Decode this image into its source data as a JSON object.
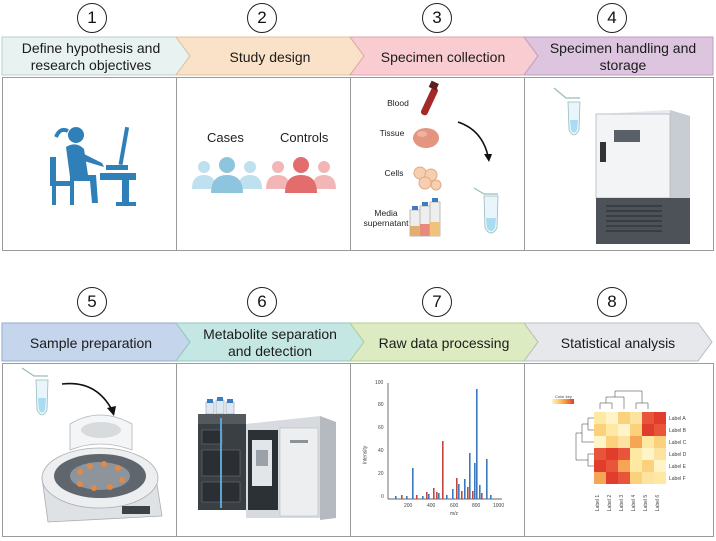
{
  "steps": [
    {
      "num": "1",
      "label": "Define hypothesis and research objectives",
      "color": "#e7f2f1"
    },
    {
      "num": "2",
      "label": "Study design",
      "color": "#f9e2c7"
    },
    {
      "num": "3",
      "label": "Specimen collection",
      "color": "#f9ccd1"
    },
    {
      "num": "4",
      "label": "Specimen handling and storage",
      "color": "#ddc5e0"
    },
    {
      "num": "5",
      "label": "Sample preparation",
      "color": "#c4d5ec"
    },
    {
      "num": "6",
      "label": "Metabolite separation and detection",
      "color": "#c5e7e3"
    },
    {
      "num": "7",
      "label": "Raw data processing",
      "color": "#dcebc1"
    },
    {
      "num": "8",
      "label": "Statistical analysis",
      "color": "#e6e8eb"
    }
  ],
  "study_design": {
    "cases": "Cases",
    "controls": "Controls"
  },
  "specimens": [
    "Blood",
    "Tissue",
    "Cells",
    "Media supernatant"
  ],
  "spectrum": {
    "ylabel": "Intensity",
    "xlabel": "m/z",
    "yticks": [
      "100",
      "80",
      "60",
      "40",
      "20",
      "0"
    ],
    "xticks": [
      "200",
      "400",
      "600",
      "800",
      "1000"
    ]
  },
  "heatmap": {
    "color_key": "Color key",
    "row_labels": [
      "Label A",
      "Label B",
      "Label C",
      "Label D",
      "Label E",
      "Label F"
    ],
    "col_labels": [
      "Label 1",
      "Label 2",
      "Label 3",
      "Label 4",
      "Label 5",
      "Label 6"
    ]
  },
  "colors": {
    "person": "#2f7fb8",
    "cases": "#a9d3e6",
    "controls": "#e36d6d",
    "red_peak": "#c4453c",
    "blue_peak": "#3b78be"
  }
}
